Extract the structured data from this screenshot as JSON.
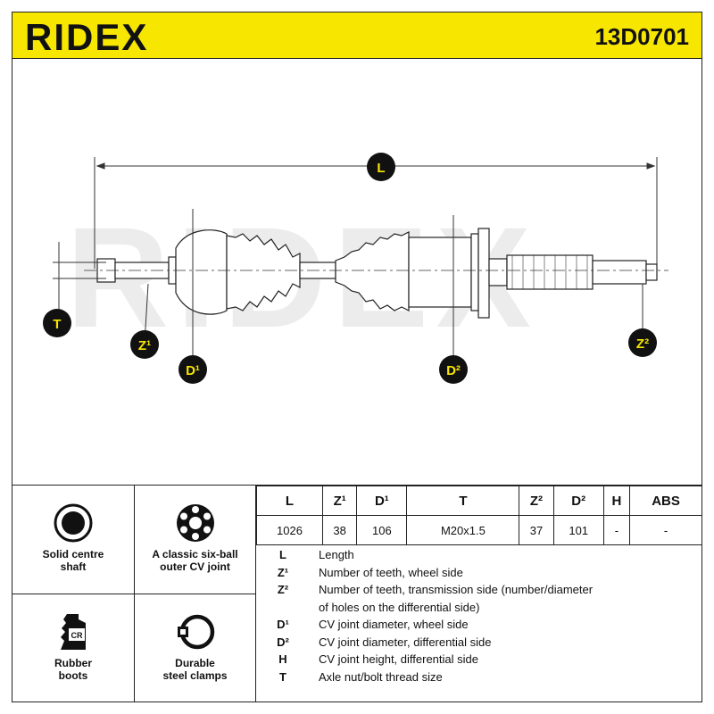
{
  "header": {
    "brand": "RIDEX",
    "part_number": "13D0701",
    "brand_color": "#f7e600"
  },
  "diagram": {
    "watermark": "RIDEX",
    "dimension_labels": {
      "L": "L",
      "T": "T",
      "Z1": "Z¹",
      "D1": "D¹",
      "D2": "D²",
      "Z2": "Z²"
    }
  },
  "features": [
    {
      "icon": "solid-shaft-icon",
      "label_line1": "Solid centre",
      "label_line2": "shaft"
    },
    {
      "icon": "six-ball-joint-icon",
      "label_line1": "A classic six-ball",
      "label_line2": "outer CV joint"
    },
    {
      "icon": "rubber-boot-icon",
      "label_line1": "Rubber",
      "label_line2": "boots",
      "badge": "CR"
    },
    {
      "icon": "steel-clamp-icon",
      "label_line1": "Durable",
      "label_line2": "steel clamps"
    }
  ],
  "specs": {
    "headers": [
      "L",
      "Z¹",
      "D¹",
      "T",
      "Z²",
      "D²",
      "H",
      "ABS"
    ],
    "values": [
      "1026",
      "38",
      "106",
      "M20x1.5",
      "37",
      "101",
      "-",
      "-"
    ]
  },
  "legend": [
    {
      "key": "L",
      "text": "Length"
    },
    {
      "key": "Z¹",
      "text": "Number of teeth, wheel side"
    },
    {
      "key": "Z²",
      "text": "Number of teeth, transmission side (number/diameter"
    },
    {
      "key": "",
      "text": "of holes on the differential side)"
    },
    {
      "key": "D¹",
      "text": "CV joint diameter, wheel side"
    },
    {
      "key": "D²",
      "text": "CV joint diameter, differential side"
    },
    {
      "key": "H",
      "text": "CV joint height, differential side"
    },
    {
      "key": "T",
      "text": "Axle nut/bolt thread size"
    }
  ]
}
